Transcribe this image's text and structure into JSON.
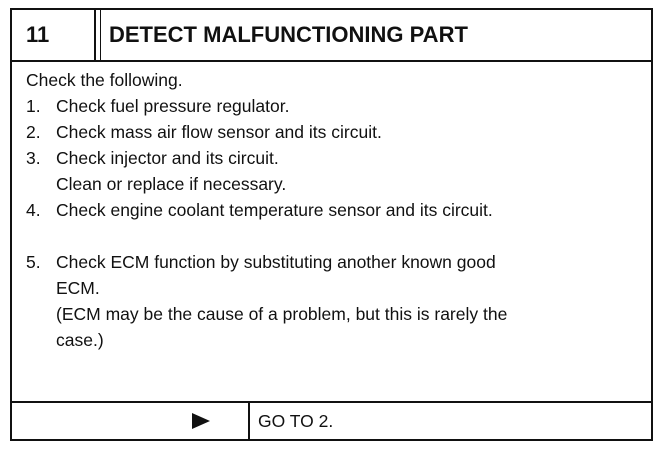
{
  "header": {
    "step_number": "11",
    "title": "DETECT MALFUNCTIONING PART"
  },
  "body": {
    "intro": "Check the following.",
    "items": [
      {
        "num": "1.",
        "lines": [
          "Check fuel pressure regulator."
        ]
      },
      {
        "num": "2.",
        "lines": [
          "Check mass air flow sensor and its circuit."
        ]
      },
      {
        "num": "3.",
        "lines": [
          "Check injector and its circuit.",
          "Clean or replace if necessary."
        ]
      },
      {
        "num": "4.",
        "lines": [
          "Check engine coolant temperature sensor and its circuit."
        ]
      },
      {
        "num": "5.",
        "lines": [
          "Check ECM function by substituting another known good",
          "ECM.",
          "(ECM may be the cause of a problem, but this is rarely the",
          "case.)"
        ]
      }
    ]
  },
  "footer": {
    "arrow_icon": "play-arrow-icon",
    "go_to": "GO TO 2."
  }
}
